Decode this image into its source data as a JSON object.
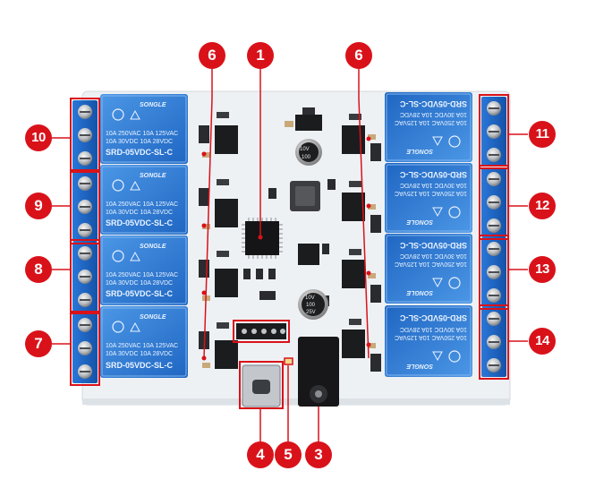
{
  "relays": [
    {
      "brand": "SONGLE",
      "rating1": "10A 250VAC  10A 125VAC",
      "rating2": "10A 30VDC  10A 28VDC",
      "model": "SRD-05VDC-SL-C"
    },
    {
      "brand": "SONGLE",
      "rating1": "10A 250VAC  10A 125VAC",
      "rating2": "10A 30VDC  10A 28VDC",
      "model": "SRD-05VDC-SL-C"
    },
    {
      "brand": "SONGLE",
      "rating1": "10A 250VAC  10A 125VAC",
      "rating2": "10A 30VDC  10A 28VDC",
      "model": "SRD-05VDC-SL-C"
    },
    {
      "brand": "SONGLE",
      "rating1": "10A 250VAC  10A 125VAC",
      "rating2": "10A 30VDC  10A 28VDC",
      "model": "SRD-05VDC-SL-C"
    },
    {
      "brand": "SONGLE",
      "rating1": "10A 250VAC  10A 125VAC",
      "rating2": "10A 30VDC  10A 28VDC",
      "model": "SRD-05VDC-SL-C"
    },
    {
      "brand": "SONGLE",
      "rating1": "10A 250VAC  10A 125VAC",
      "rating2": "10A 30VDC  10A 28VDC",
      "model": "SRD-05VDC-SL-C"
    },
    {
      "brand": "SONGLE",
      "rating1": "10A 250VAC  10A 125VAC",
      "rating2": "10A 30VDC  10A 28VDC",
      "model": "SRD-05VDC-SL-C"
    },
    {
      "brand": "SONGLE",
      "rating1": "10A 250VAC  10A 125VAC",
      "rating2": "10A 30VDC  10A 28VDC",
      "model": "SRD-05VDC-SL-C"
    }
  ],
  "cap_top": {
    "line1": "10V",
    "line2": "100"
  },
  "cap_bottom": {
    "line1": "10V",
    "line2": "100",
    "line3": "25V"
  },
  "callouts": {
    "c1": "1",
    "c3": "3",
    "c4": "4",
    "c5": "5",
    "c6_left": "6",
    "c6_right": "6",
    "c7": "7",
    "c8": "8",
    "c9": "9",
    "c10": "10",
    "c11": "11",
    "c12": "12",
    "c13": "13",
    "c14": "14"
  },
  "colors": {
    "relay_blue": "#2f7fd6",
    "terminal_blue": "#1c63c4",
    "callout_red": "#d9121a",
    "board_white": "#f3f5f7"
  }
}
